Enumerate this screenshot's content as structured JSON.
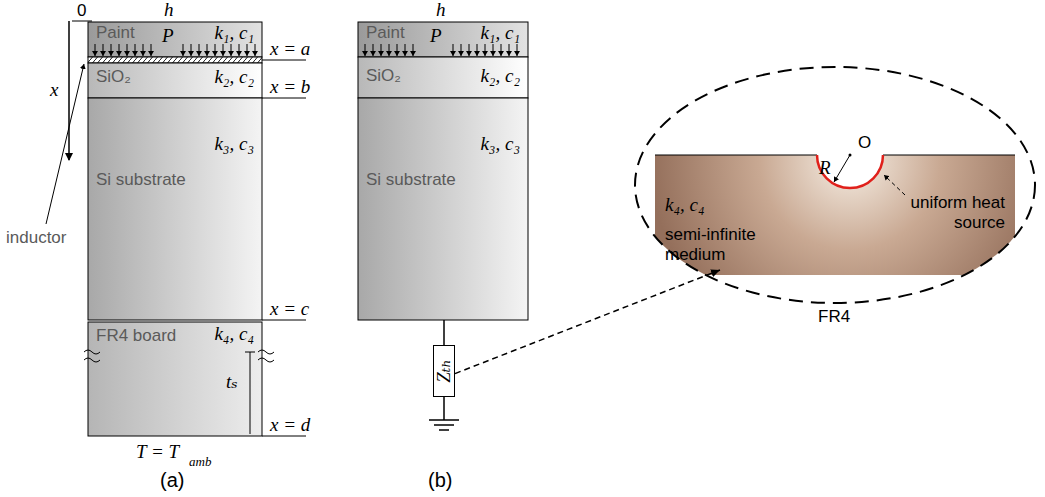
{
  "diagram": {
    "nodes": [
      {
        "text": [
          "Paint",
          "P",
          "k₁, c₁"
        ]
      },
      {
        "text": [
          "SiO₂",
          "k₂, c₂"
        ]
      },
      {
        "text": [
          "Si substrate",
          "k₃, c₃"
        ]
      },
      {
        "text": [
          "FR4 board",
          "k₄, c₄"
        ]
      },
      {
        "text": [
          "Paint",
          "P",
          "k₁, c₁"
        ]
      },
      {
        "text": [
          "SiO₂",
          "k₂, c₂"
        ]
      },
      {
        "text": [
          "Si substrate",
          "k₃, c₃"
        ]
      },
      {
        "text": [
          "Zₜₕ"
        ]
      },
      {
        "text": [
          "k₄, c₄",
          "semi-infinite medium",
          "uniform heat source"
        ]
      }
    ],
    "edges": [
      {
        "from": 6,
        "to": 7,
        "arrow": "none"
      },
      {
        "from": 7,
        "to": 8,
        "arrow": "to"
      }
    ],
    "labels": [
      "h",
      "h",
      "0",
      "x",
      "inductor",
      "x = a",
      "x = b",
      "x = c",
      "x = d",
      "tₛ",
      "T = T",
      "amb",
      "(a)",
      "(b)",
      "R",
      "O",
      "FR4"
    ]
  }
}
